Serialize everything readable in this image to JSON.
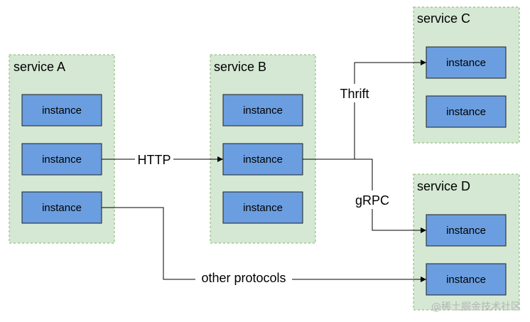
{
  "services": {
    "a": {
      "label": "service A",
      "instances": [
        "instance",
        "instance",
        "instance"
      ]
    },
    "b": {
      "label": "service B",
      "instances": [
        "instance",
        "instance",
        "instance"
      ]
    },
    "c": {
      "label": "service C",
      "instances": [
        "instance",
        "instance"
      ]
    },
    "d": {
      "label": "service D",
      "instances": [
        "instance",
        "instance"
      ]
    }
  },
  "connections": {
    "http": "HTTP",
    "thrift": "Thrift",
    "grpc": "gRPC",
    "other": "other protocols"
  },
  "watermark": "@稀土掘金技术社区",
  "colors": {
    "service_fill": "#d5e8d4",
    "service_border": "#82b366",
    "instance_fill": "#6b9ee0",
    "instance_border": "#1f1f1f"
  }
}
